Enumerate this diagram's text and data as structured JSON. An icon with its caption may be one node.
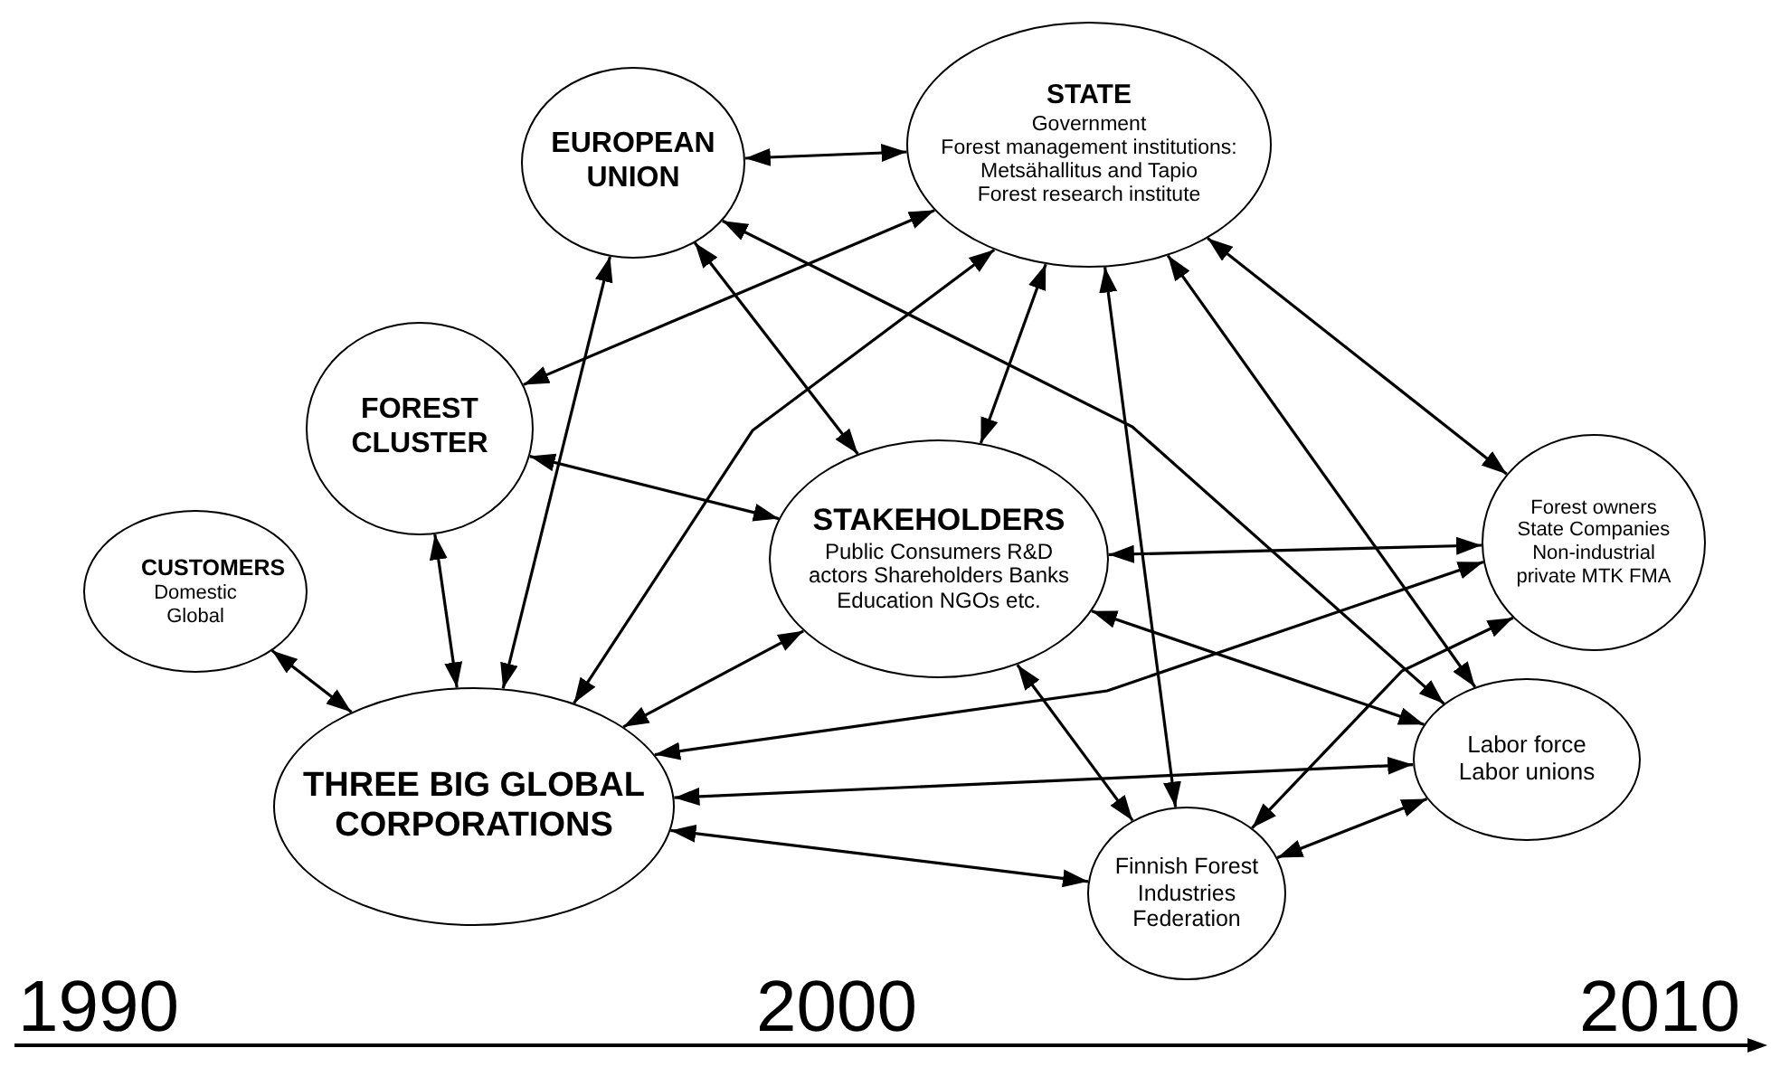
{
  "diagram": {
    "nodes": [
      {
        "text": [
          "EUROPEAN UNION"
        ]
      },
      {
        "text": [
          "STATE",
          "Government",
          "Forest management institutions: Metsähallitus and Tapio",
          "Forest research institute"
        ]
      },
      {
        "text": [
          "FOREST CLUSTER"
        ]
      },
      {
        "text": [
          "CUSTOMERS",
          "Domestic Global"
        ]
      },
      {
        "text": [
          "STAKEHOLDERS",
          "Public Consumers R&D actors Shareholders Banks Education NGOs etc."
        ]
      },
      {
        "text": [
          "Forest owners",
          "State Companies Non-industrial private MTK FMA"
        ]
      },
      {
        "text": [
          "THREE BIG GLOBAL CORPORATIONS"
        ]
      },
      {
        "text": [
          "Labor force Labor unions"
        ]
      },
      {
        "text": [
          "Finnish Forest Industries Federation"
        ]
      }
    ],
    "edges": [
      {
        "from": 0,
        "to": 1,
        "arrow": "both"
      },
      {
        "from": 1,
        "to": 2,
        "arrow": "both"
      },
      {
        "from": 0,
        "to": 6,
        "arrow": "both"
      },
      {
        "from": 0,
        "to": 4,
        "arrow": "both"
      },
      {
        "from": 0,
        "to": 7,
        "arrow": "both"
      },
      {
        "from": 1,
        "to": 6,
        "arrow": "both"
      },
      {
        "from": 1,
        "to": 4,
        "arrow": "both"
      },
      {
        "from": 1,
        "to": 8,
        "arrow": "both"
      },
      {
        "from": 1,
        "to": 7,
        "arrow": "both"
      },
      {
        "from": 1,
        "to": 5,
        "arrow": "both"
      },
      {
        "from": 2,
        "to": 4,
        "arrow": "both"
      },
      {
        "from": 2,
        "to": 6,
        "arrow": "both"
      },
      {
        "from": 3,
        "to": 6,
        "arrow": "both"
      },
      {
        "from": 4,
        "to": 6,
        "arrow": "both"
      },
      {
        "from": 5,
        "to": 6,
        "arrow": "both"
      },
      {
        "from": 7,
        "to": 6,
        "arrow": "both"
      },
      {
        "from": 8,
        "to": 6,
        "arrow": "both"
      },
      {
        "from": 4,
        "to": 5,
        "arrow": "both"
      },
      {
        "from": 4,
        "to": 7,
        "arrow": "both"
      },
      {
        "from": 4,
        "to": 8,
        "arrow": "both"
      },
      {
        "from": 5,
        "to": 8,
        "arrow": "both"
      },
      {
        "from": 8,
        "to": 7,
        "arrow": "both"
      }
    ],
    "labels": [
      "1990",
      "2000",
      "2010"
    ]
  }
}
